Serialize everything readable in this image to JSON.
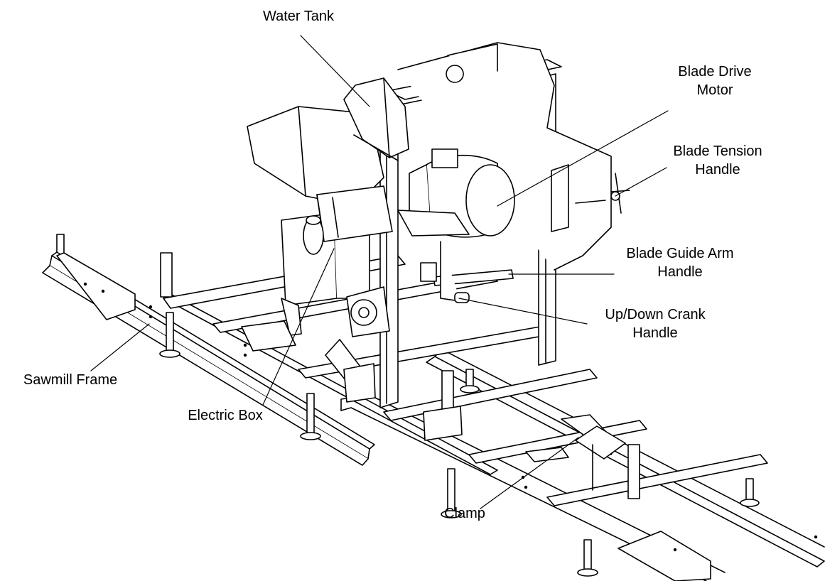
{
  "callouts": {
    "water_tank": {
      "lines": [
        "Water Tank"
      ]
    },
    "blade_drive_motor": {
      "lines": [
        "Blade Drive",
        "Motor"
      ]
    },
    "blade_tension_handle": {
      "lines": [
        "Blade Tension",
        "Handle"
      ]
    },
    "blade_guide_arm_handle": {
      "lines": [
        "Blade Guide Arm",
        "Handle"
      ]
    },
    "up_down_crank_handle": {
      "lines": [
        "Up/Down Crank",
        "Handle"
      ]
    },
    "sawmill_frame": {
      "lines": [
        "Sawmill Frame"
      ]
    },
    "electric_box": {
      "lines": [
        "Electric Box"
      ]
    },
    "clamp": {
      "lines": [
        "Clamp"
      ]
    }
  },
  "colors": {
    "ink": "#000000",
    "paper": "#ffffff",
    "shade": "#e6e6e6"
  }
}
